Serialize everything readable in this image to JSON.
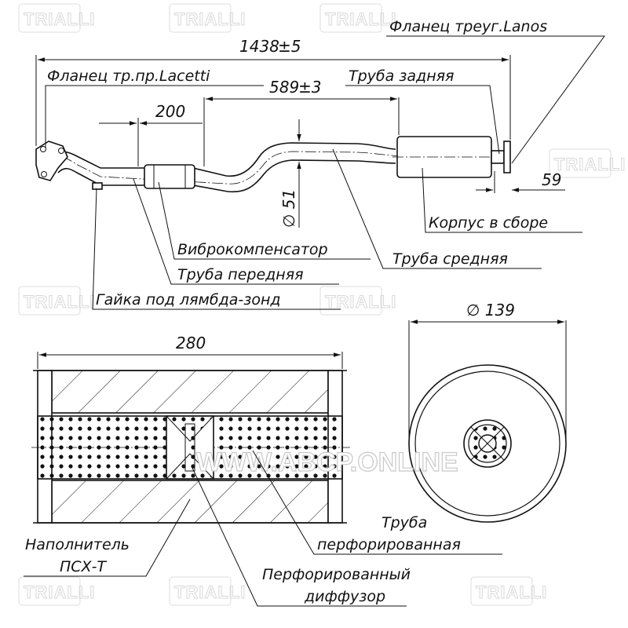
{
  "watermark": {
    "brand": "TRIALLI",
    "website": "WWW.ABCP.ONLINE"
  },
  "dimensions": {
    "total_length": "1438",
    "total_tolerance": "±5",
    "mid_length": "589",
    "mid_tolerance": "±3",
    "front_segment": "200",
    "pipe_diameter": "∅ 51",
    "flange_offset": "59",
    "muffler_length": "280",
    "muffler_diameter": "∅ 139"
  },
  "labels": {
    "flange_lanos": "Фланец треуг.Lanos",
    "flange_lacetti": "Фланец тр.пр.Lacetti",
    "rear_pipe": "Труба задняя",
    "body_assembly": "Корпус в сборе",
    "vibro_compensator": "Виброкомпенсатор",
    "middle_pipe": "Труба средняя",
    "front_pipe": "Труба передняя",
    "lambda_nut": "Гайка под лямбда-зонд",
    "perforated_pipe_line1": "Труба",
    "perforated_pipe_line2": "перфорированная",
    "filler_line1": "Наполнитель",
    "filler_line2": "ПСХ-Т",
    "diffuser_line1": "Перфорированный",
    "diffuser_line2": "диффузор"
  }
}
